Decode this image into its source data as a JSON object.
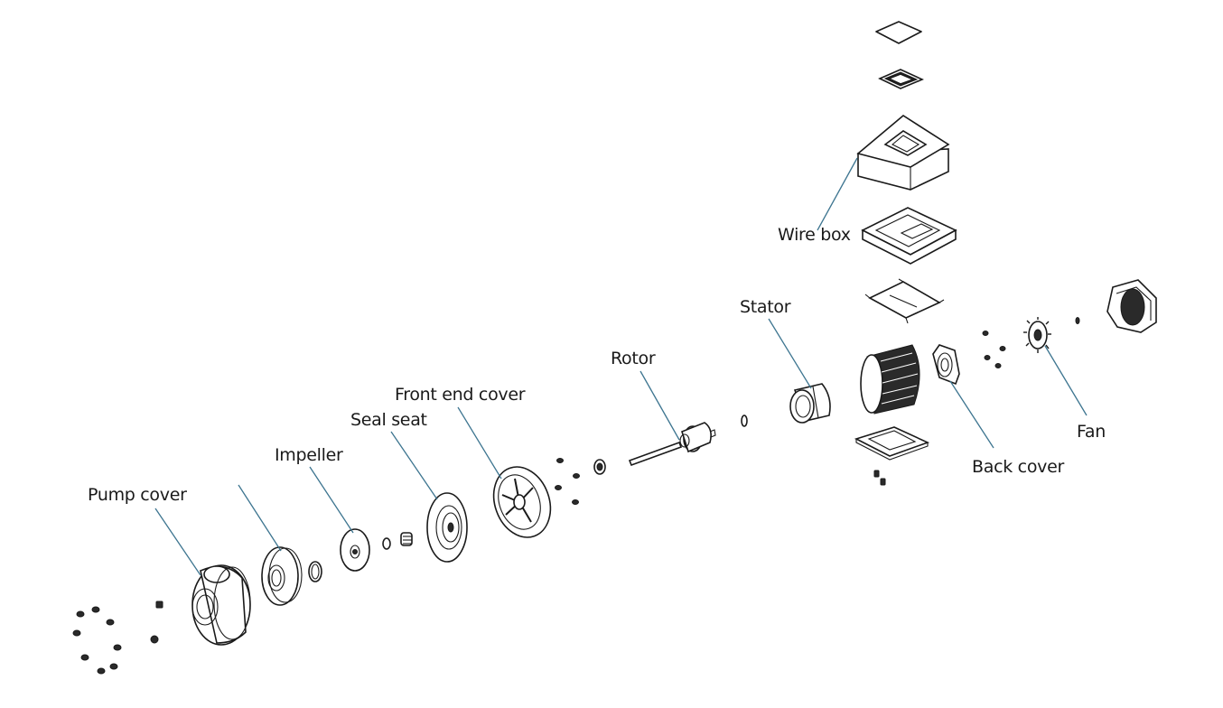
{
  "diagram": {
    "type": "exploded-view",
    "subject": "centrifugal pump",
    "leader_color": "#3d7590",
    "labels": {
      "pump_cover": "Pump cover",
      "impeller": "Impeller",
      "seal_seat": "Seal seat",
      "front_end_cover": "Front end cover",
      "rotor": "Rotor",
      "stator": "Stator",
      "wire_box": "Wire box",
      "back_cover": "Back cover",
      "fan": "Fan"
    }
  }
}
